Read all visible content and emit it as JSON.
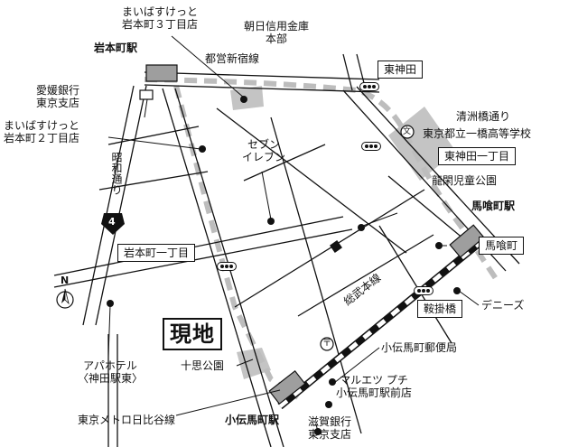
{
  "labels": {
    "maibasuketto3": [
      "まいばすけっと",
      "岩本町３丁目店"
    ],
    "asahi": [
      "朝日信用金庫",
      "本部"
    ],
    "iwamotocho_station": "岩本町駅",
    "toei_line": "都営新宿線",
    "higashikanda": "東神田",
    "ehime": [
      "愛媛銀行",
      "東京支店"
    ],
    "maibasuketto2": [
      "まいばすけっと",
      "岩本町２丁目店"
    ],
    "seven": [
      "セブン",
      "イレブン"
    ],
    "seishubashi": "清洲橋通り",
    "school": "東京都立一橋高等学校",
    "higashikanda1": "東神田一丁目",
    "ryukan_park": "龍閑児童公園",
    "showa_dori": "昭和通り",
    "route_number": "4",
    "bakurocho_station": "馬喰町駅",
    "bakurocho": "馬喰町",
    "iwamotocho1": "岩本町一丁目",
    "sobu_line": "総武本線",
    "dennys": "デニーズ",
    "kurakakebashi": "鞍掛橋",
    "site": "現地",
    "post_office": "小伝馬町郵便局",
    "apa": [
      "アパホテル",
      "〈神田駅東〉"
    ],
    "jisshi_park": "十思公園",
    "maruetsu": [
      "マルエツ プチ",
      "小伝馬町駅前店"
    ],
    "hibiya_line": "東京メトロ日比谷線",
    "kodenmacho_station": "小伝馬町駅",
    "shiga": [
      "滋賀銀行",
      "東京支店"
    ],
    "north": "N",
    "post_mark": "〒",
    "school_mark": "文"
  },
  "colors": {
    "road_line": "#111111",
    "rail_dash": "#bdbdbd",
    "gray_area": "#c4c4c4",
    "station_fill": "#9e9e9e"
  }
}
